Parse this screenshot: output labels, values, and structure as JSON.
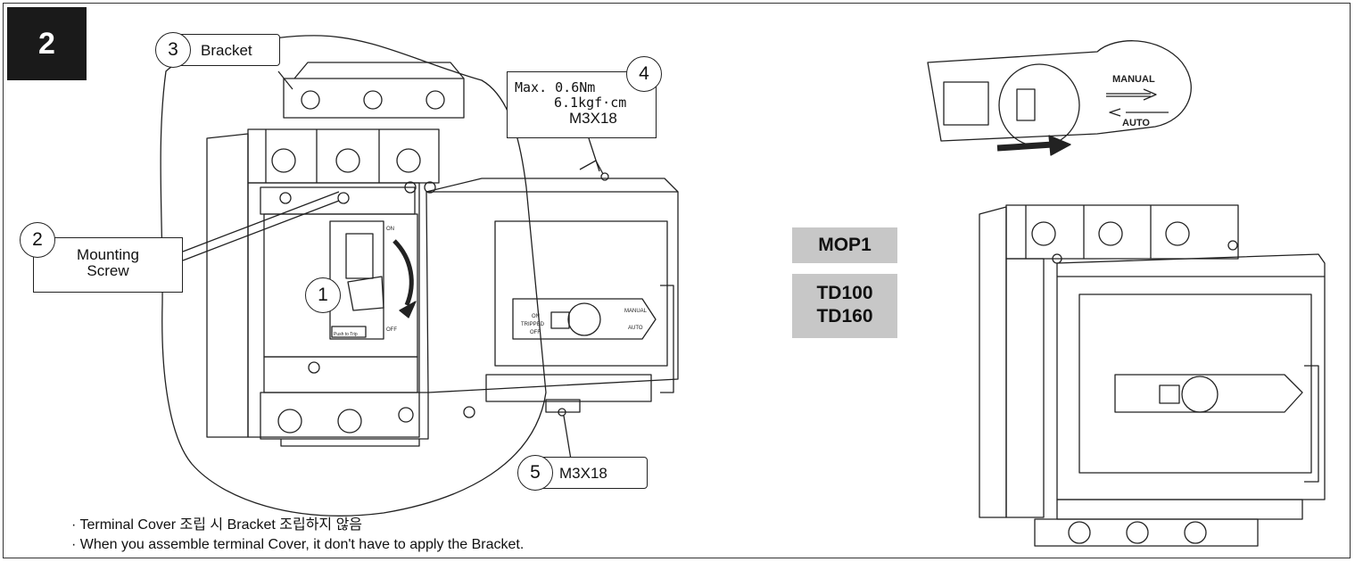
{
  "step_number": "2",
  "callouts": {
    "c1": {
      "num": "1"
    },
    "c2": {
      "num": "2",
      "line1": "Mounting",
      "line2": "Screw"
    },
    "c3": {
      "num": "3",
      "label": "Bracket"
    },
    "c4": {
      "num": "4",
      "line1": "Max. 0.6Nm",
      "line2": "6.1kgf·cm",
      "line3": "M3X18"
    },
    "c5": {
      "num": "5",
      "label": "M3X18"
    }
  },
  "model_labels": {
    "mop": "MOP1",
    "td_line1": "TD100",
    "td_line2": "TD160"
  },
  "dial_labels": {
    "manual": "MANUAL",
    "auto": "AUTO",
    "on": "ON",
    "tripped": "TRIPPED",
    "off": "OFF"
  },
  "breaker_marks": {
    "on": "ON",
    "off": "OFF",
    "push": "Push to Trip"
  },
  "notes": [
    "· Terminal Cover 조립 시 Bracket 조립하지 않음",
    "· When you assemble terminal Cover, it don't have to apply the Bracket."
  ]
}
